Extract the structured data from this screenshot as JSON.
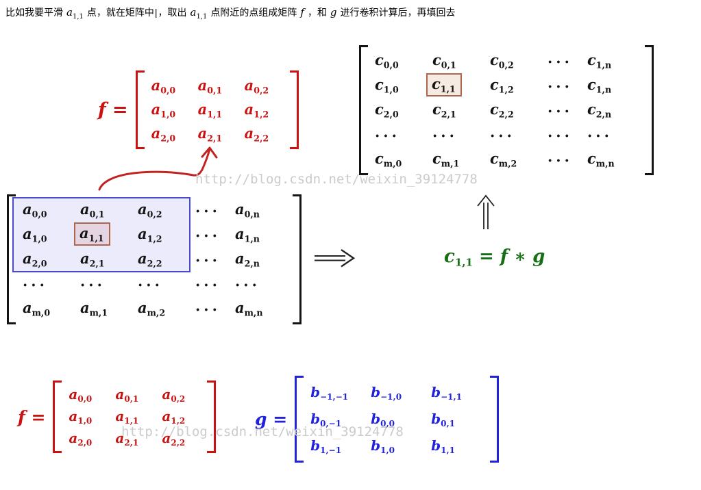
{
  "intro": {
    "segments": [
      {
        "text": "比如我要平滑"
      },
      {
        "text": "a_1,1",
        "math": true
      },
      {
        "text": "点，就在矩阵中"
      },
      {
        "text": "|",
        "cursor": true
      },
      {
        "text": "，取出"
      },
      {
        "text": "a_1,1",
        "math": true
      },
      {
        "text": "点附近的点组成矩阵"
      },
      {
        "text": "f",
        "math": true
      },
      {
        "text": "，和"
      },
      {
        "text": "g",
        "math": true
      },
      {
        "text": "进行卷积计算后，再填回去"
      }
    ]
  },
  "matrices": {
    "f_top": {
      "label": [
        {
          "text": "f",
          "math": true
        },
        {
          "text": " = "
        }
      ],
      "rows": [
        [
          "a_0,0",
          "a_0,1",
          "a_0,2"
        ],
        [
          "a_1,0",
          "a_1,1",
          "a_1,2"
        ],
        [
          "a_2,0",
          "a_2,1",
          "a_2,2"
        ]
      ]
    },
    "c": {
      "rows": [
        [
          "c_0,0",
          "c_0,1",
          "c_0,2",
          "···",
          "c_1,n"
        ],
        [
          "c_1,0",
          "c_1,1",
          "c_1,2",
          "···",
          "c_1,n"
        ],
        [
          "c_2,0",
          "c_2,1",
          "c_2,2",
          "···",
          "c_2,n"
        ],
        [
          "···",
          "···",
          "···",
          "···",
          "···"
        ],
        [
          "c_m,0",
          "c_m,1",
          "c_m,2",
          "···",
          "c_m,n"
        ]
      ],
      "highlight": {
        "row": 1,
        "col": 1
      }
    },
    "a": {
      "rows": [
        [
          "a_0,0",
          "a_0,1",
          "a_0,2",
          "···",
          "a_0,n"
        ],
        [
          "a_1,0",
          "a_1,1",
          "a_1,2",
          "···",
          "a_1,n"
        ],
        [
          "a_2,0",
          "a_2,1",
          "a_2,2",
          "···",
          "a_2,n"
        ],
        [
          "···",
          "···",
          "···",
          "···",
          "···"
        ],
        [
          "a_m,0",
          "a_m,1",
          "a_m,2",
          "···",
          "a_m,n"
        ]
      ],
      "highlight": {
        "row": 1,
        "col": 1
      }
    },
    "f_bottom": {
      "label": [
        {
          "text": "f",
          "math": true
        },
        {
          "text": " = "
        }
      ],
      "rows": [
        [
          "a_0,0",
          "a_0,1",
          "a_0,2"
        ],
        [
          "a_1,0",
          "a_1,1",
          "a_1,2"
        ],
        [
          "a_2,0",
          "a_2,1",
          "a_2,2"
        ]
      ]
    },
    "g": {
      "label": [
        {
          "text": "g",
          "math": true
        },
        {
          "text": " = "
        }
      ],
      "rows": [
        [
          "b_−1,−1",
          "b_−1,0",
          "b_−1,1"
        ],
        [
          "b_0,−1",
          "b_0,0",
          "b_0,1"
        ],
        [
          "b_1,−1",
          "b_1,0",
          "b_1,1"
        ]
      ]
    }
  },
  "equation": {
    "segments": [
      {
        "text": "c_1,1",
        "math": true
      },
      {
        "text": " = "
      },
      {
        "text": "f",
        "math": true
      },
      {
        "text": " ∗ "
      },
      {
        "text": "g",
        "math": true
      }
    ]
  },
  "watermark": {
    "text": "http://blog.csdn.net/weixin_39124778"
  },
  "arrows": {
    "right_symbol": "⟹",
    "up_symbol": "⇑"
  },
  "colors": {
    "red": "#cc1111",
    "blue": "#2222dd",
    "green": "#157015",
    "black": "#141414",
    "watermark": "#cbcbcb",
    "region_border": "#4a4ace",
    "highlight_box_border": "#ad654b"
  }
}
